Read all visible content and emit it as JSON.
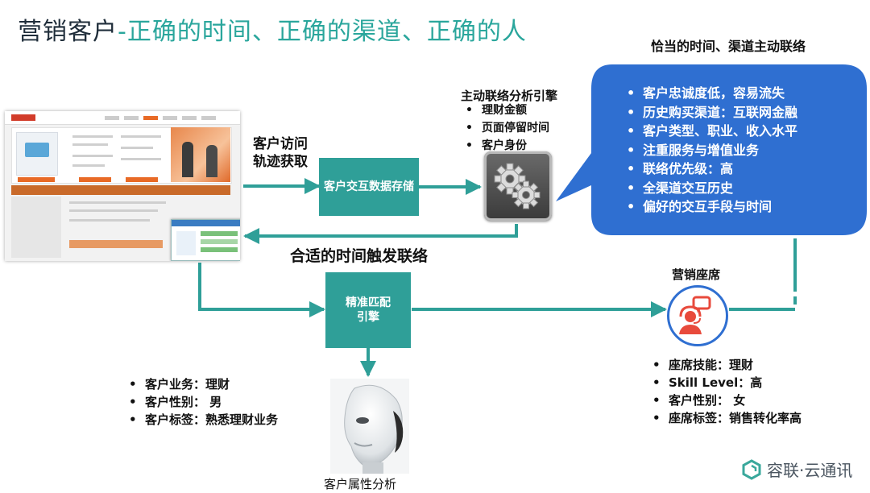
{
  "title": {
    "part1": "营销客户",
    "part2": "-正确的时间、正确的渠道、正确的人"
  },
  "engine": {
    "title": "主动联络分析引擎",
    "items": [
      "理财金额",
      "页面停留时间",
      "客户身份"
    ]
  },
  "callout": {
    "title": "恰当的时间、渠道主动联络",
    "items": [
      "客户忠诚度低，容易流失",
      "历史购买渠道：互联网金融",
      "客户类型、职业、收入水平",
      "注重服务与增值业务",
      "联络优先级：高",
      "全渠道交互历史",
      "偏好的交互手段与时间"
    ]
  },
  "flow": {
    "visit_label_line1": "客户访问",
    "visit_label_line2": "轨迹获取",
    "storage_box": "客户交互数据存储",
    "trigger_label": "合适的时间触发联络",
    "match_box_line1": "精准匹配",
    "match_box_line2": "引擎"
  },
  "agent": {
    "title": "营销座席",
    "items": [
      "座席技能：理财",
      "Skill Level：高",
      "客户性别： 女",
      "座席标签：销售转化率高"
    ]
  },
  "customer_attrs": {
    "items": [
      "客户业务：理财",
      "客户性别： 男",
      "客户标签：熟悉理财业务"
    ],
    "caption": "客户属性分析"
  },
  "brand": {
    "name": "容联·云通讯"
  },
  "colors": {
    "teal": "#2f9f98",
    "title_teal": "#2aa69c",
    "bubble_blue": "#2f6fd1",
    "agent_red": "#e84a3c"
  }
}
